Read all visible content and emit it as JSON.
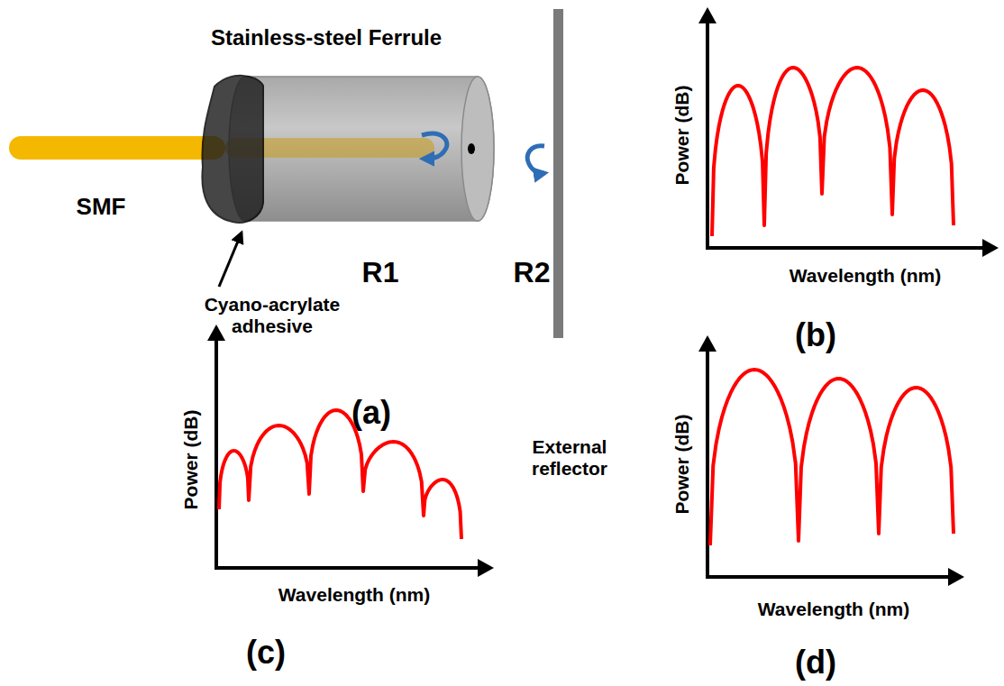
{
  "diagram": {
    "labels": [
      "Stainless-steel Ferrule",
      "SMF",
      "Cyano-acrylate adhesive",
      "R1",
      "R2",
      "External reflector",
      "(a)",
      "Power (dB)",
      "Wavelength (nm)",
      "(b)",
      "Power (dB)",
      "Wavelength (nm)",
      "(c)",
      "Power (dB)",
      "Wavelength (nm)",
      "(d)"
    ]
  }
}
